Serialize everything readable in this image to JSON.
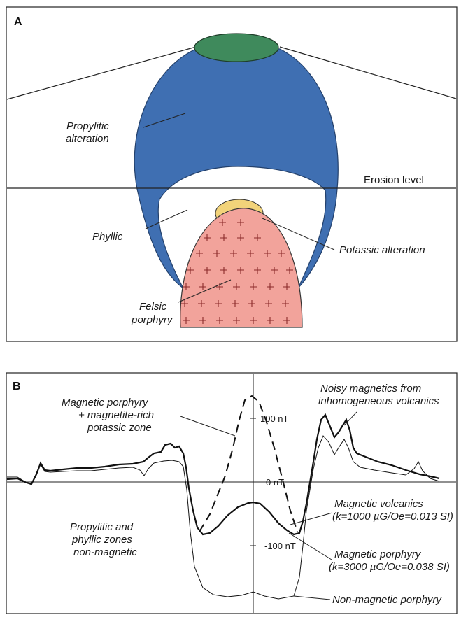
{
  "panel_a": {
    "letter": "A",
    "labels": {
      "propylitic_1": "Propylitic",
      "propylitic_2": "alteration",
      "erosion": "Erosion level",
      "phyllic": "Phyllic",
      "potassic": "Potassic alteration",
      "felsic_1": "Felsic",
      "felsic_2": "porphyry"
    },
    "colors": {
      "propylitic": "#3f6fb2",
      "cap": "#3f8a5c",
      "potassic": "#f2d37a",
      "porphyry": "#f2a39b",
      "cross": "#8a2a2a"
    }
  },
  "panel_b": {
    "letter": "B",
    "labels": {
      "mag_porph_1": "Magnetic porphyry",
      "mag_porph_2": "+ magnetite-rich",
      "mag_porph_3": "potassic zone",
      "noisy_1": "Noisy magnetics from",
      "noisy_2": "inhomogeneous volcanics",
      "prop_1": "Propylitic and",
      "prop_2": "phyllic zones",
      "prop_3": "non-magnetic",
      "magvol_1": "Magnetic volcanics",
      "magvol_2": "(k=1000 µG/Oe=0.013 SI)",
      "magporph_1": "Magnetic porphyry",
      "magporph_2": "(k=3000 µG/Oe=0.038 SI)",
      "nonmag": "Non-magnetic porphyry"
    },
    "axis": {
      "tick_100": "100 nT",
      "tick_0": "0 nT",
      "tick_m100": "-100 nT"
    },
    "y_ticks": [
      100,
      0,
      -100
    ],
    "y_unit": "nT"
  }
}
